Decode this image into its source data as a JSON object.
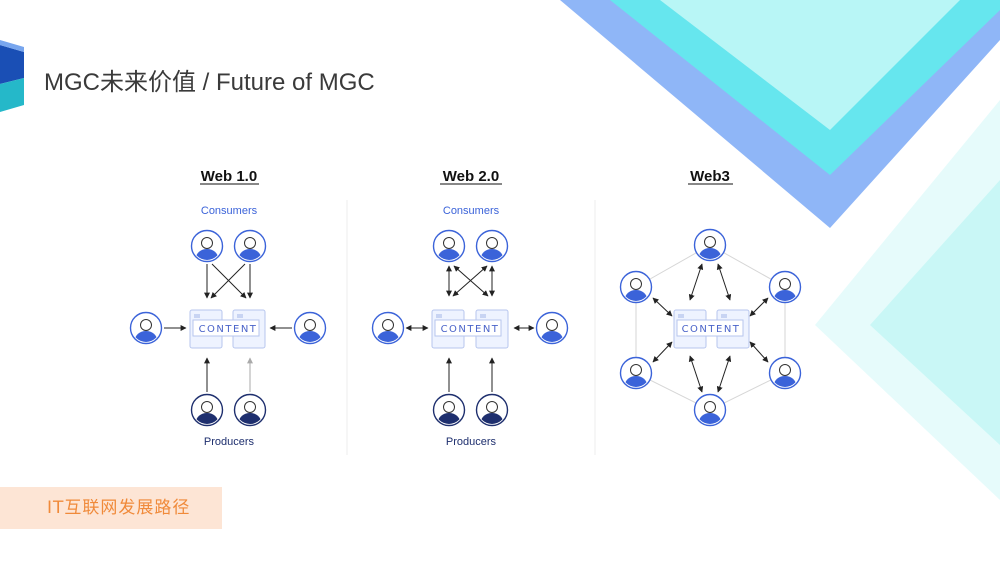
{
  "slide": {
    "title": "MGC未来价值 / Future of MGC",
    "footer_tag": "IT互联网发展路径"
  },
  "diagram": {
    "panels": [
      {
        "title": "Web 1.0",
        "top_label": "Consumers",
        "bottom_label": "Producers",
        "content_label": "CONTENT"
      },
      {
        "title": "Web 2.0",
        "top_label": "Consumers",
        "bottom_label": "Producers",
        "content_label": "CONTENT"
      },
      {
        "title": "Web3",
        "content_label": "CONTENT"
      }
    ]
  },
  "colors": {
    "consumer_icon": "#3b63d9",
    "producer_icon": "#1e2f6e",
    "label_blue": "#3b63d9",
    "label_navy": "#1e2f6e",
    "accent_cyan": "#5ee8ee",
    "accent_blue": "#7aa9f5",
    "footer_bg": "#fde5d5",
    "footer_text": "#f08a3a"
  }
}
